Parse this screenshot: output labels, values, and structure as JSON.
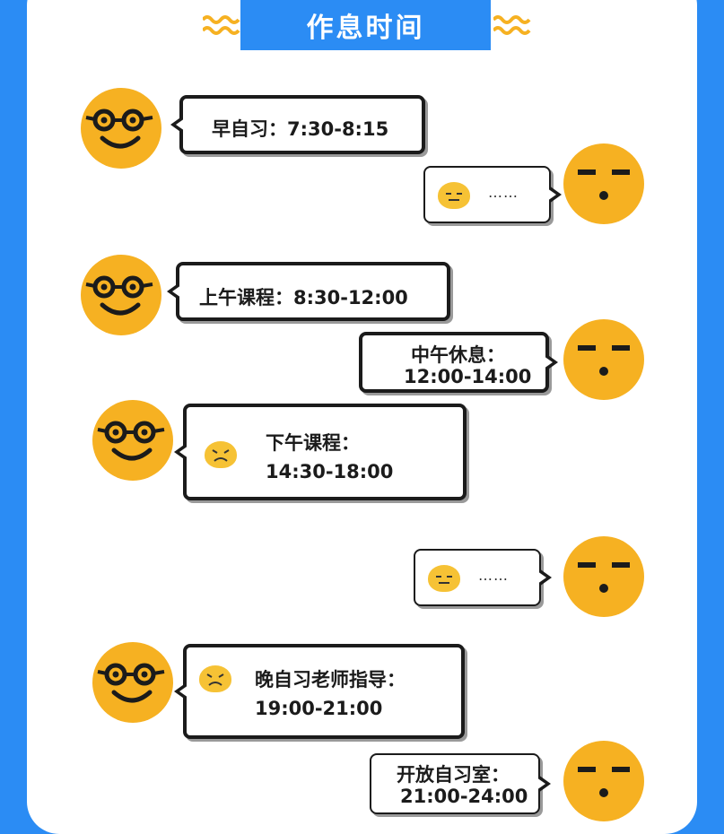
{
  "title": "作息时间",
  "colors": {
    "background": "#2b8cf4",
    "face": "#f6b122",
    "bubble_border": "#1b1b1b"
  },
  "messages": [
    {
      "speaker": "glasses",
      "lines": [
        "早自习：7:30-8:15"
      ]
    },
    {
      "speaker": "sleepy",
      "emoji": "meh-emoji",
      "lines": [
        "……"
      ]
    },
    {
      "speaker": "glasses",
      "lines": [
        "上午课程：8:30-12:00"
      ]
    },
    {
      "speaker": "sleepy",
      "lines": [
        "中午休息：",
        "12:00-14:00"
      ]
    },
    {
      "speaker": "glasses",
      "emoji": "worried-emoji",
      "lines": [
        "下午课程：",
        "14:30-18:00"
      ]
    },
    {
      "speaker": "sleepy",
      "emoji": "meh-emoji",
      "lines": [
        "……"
      ]
    },
    {
      "speaker": "glasses",
      "emoji": "worried-emoji",
      "lines": [
        "晚自习老师指导：",
        "19:00-21:00"
      ]
    },
    {
      "speaker": "sleepy",
      "lines": [
        "开放自习室：",
        "21:00-24:00"
      ]
    }
  ]
}
